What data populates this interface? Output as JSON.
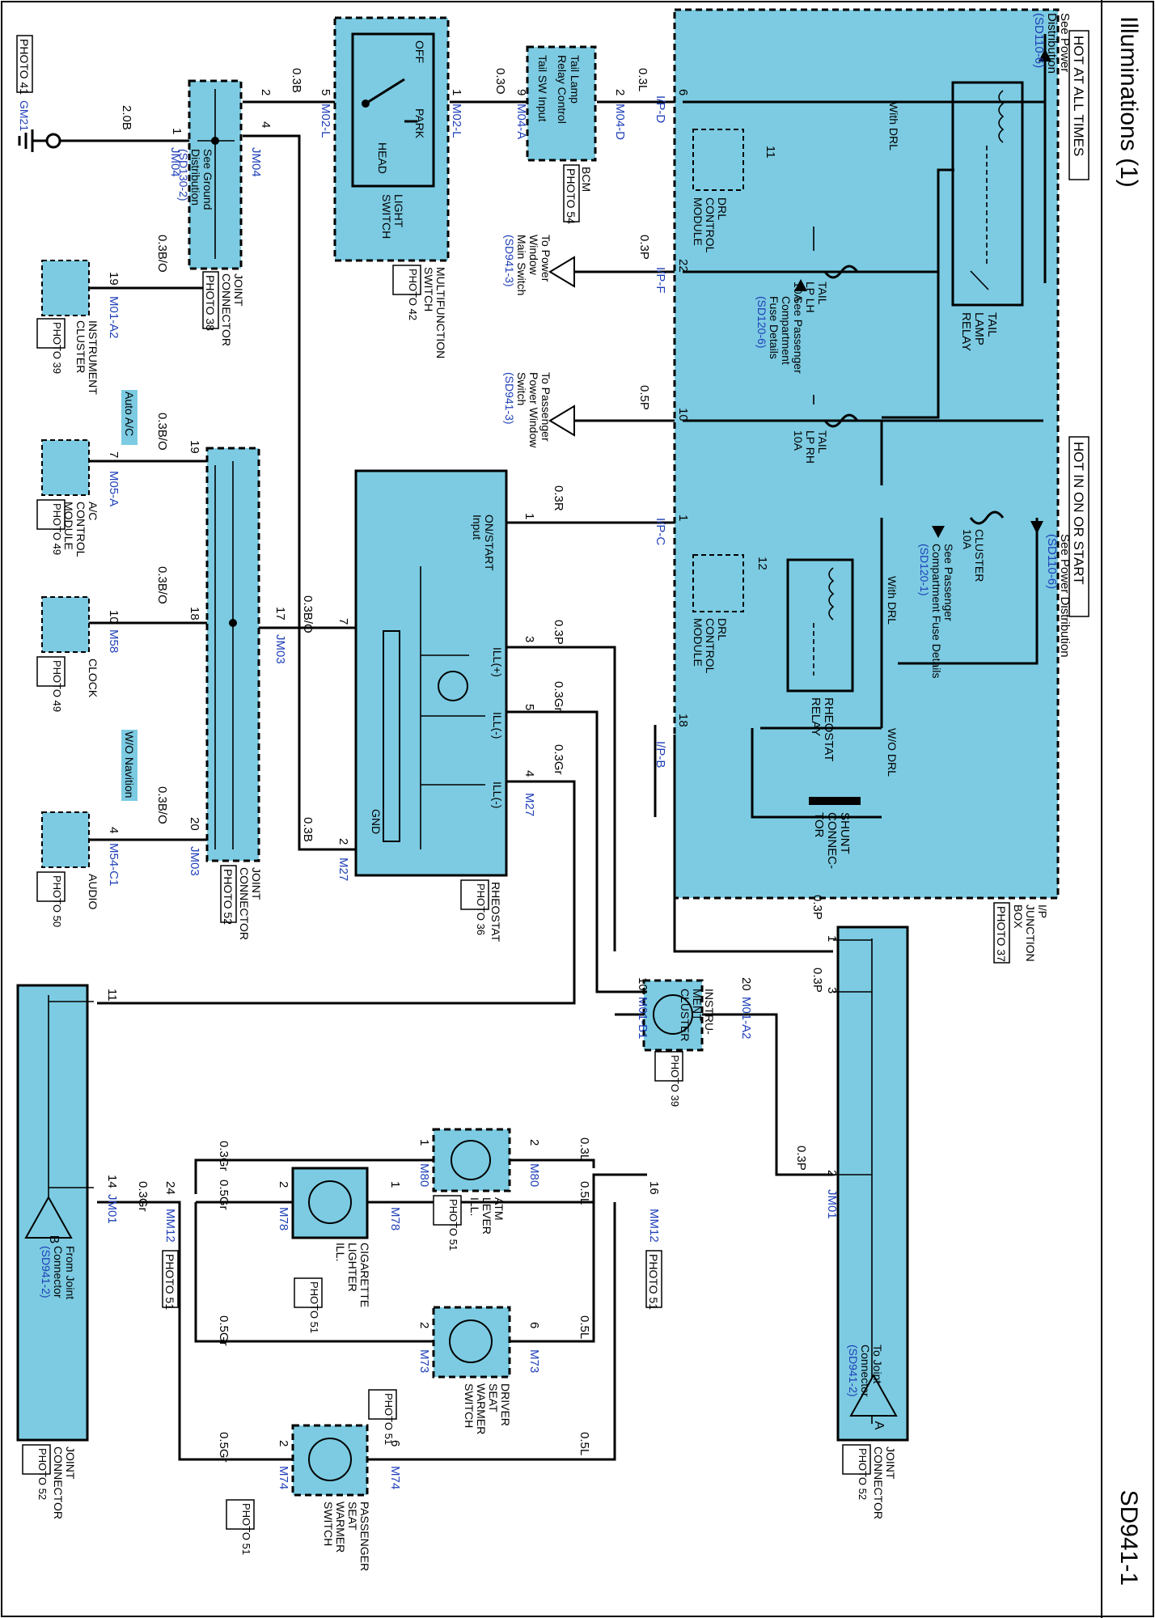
{
  "header": {
    "title": "Illuminations (1)",
    "code": "SD941-1",
    "hot_all": "HOT AT ALL TIMES",
    "hot_on": "HOT IN ON OR START"
  },
  "junction": {
    "name": [
      "I/P",
      "JUNCTION",
      "BOX"
    ],
    "photo": "PHOTO 37",
    "see_power_1": [
      "See Power",
      "Distribution"
    ],
    "see_power_1_ref": "(SD110-6)",
    "see_power_2": "See Power Distribution",
    "see_power_2_ref": "(SD110-6)",
    "with_drl": "With DRL",
    "wo_drl": "W/O DRL",
    "drl_module": [
      "DRL",
      "CONTROL",
      "MODULE"
    ],
    "tail_relay": [
      "TAIL",
      "LAMP",
      "RELAY"
    ],
    "rheo_relay": [
      "RHEOSTAT",
      "RELAY"
    ],
    "shunt": [
      "SHUNT",
      "CONNEC-",
      "TOR"
    ],
    "fuse_lh": [
      "TAIL",
      "LP LH",
      "10A"
    ],
    "fuse_rh": [
      "TAIL",
      "LP RH",
      "10A"
    ],
    "fuse_cluster": [
      "CLUSTER",
      "10A"
    ],
    "see_pass_1": [
      "See Passenger",
      "Compartment",
      "Fuse Details"
    ],
    "see_pass_1_ref": "(SD120-6)",
    "see_pass_2": [
      "See Passenger",
      "Compartment Fuse Details"
    ],
    "see_pass_2_ref": "(SD120-1)",
    "pins": [
      "6",
      "11",
      "22",
      "10",
      "1",
      "12",
      "18"
    ],
    "conns": [
      "I/P-D",
      "I/P-F",
      "I/P-C",
      "I/P-B"
    ]
  },
  "bcm": {
    "label": [
      "Tail Lamp",
      "Relay Control",
      "Tail SW Input"
    ],
    "name": "BCM",
    "photo": "PHOTO 54",
    "pins": [
      "2",
      "9"
    ],
    "conns": [
      "M04-D",
      "M04-A"
    ]
  },
  "switch": {
    "name": [
      "MULTIFUNCTION",
      "SWITCH",
      "LIGHT",
      "SWITCH"
    ],
    "photo": "PHOTO 42",
    "off": "OFF",
    "park": "PARK",
    "head": "HEAD",
    "pins": [
      "1",
      "5"
    ],
    "conns": [
      "M02-L",
      "M02-L"
    ]
  },
  "joint_left": {
    "name": [
      "JOINT",
      "CONNECTOR"
    ],
    "photo": "PHOTO 38",
    "see": [
      "See Ground",
      "Distribution"
    ],
    "see_ref": "(SD130-2)",
    "pins": [
      "2",
      "4",
      "1"
    ],
    "conns": [
      "JM04",
      "JM04"
    ]
  },
  "ground": {
    "photo": "PHOTO 41",
    "conn": "GM21",
    "wire": "2.0B"
  },
  "wires": {
    "w03l": "0.3L",
    "w03o": "0.3O",
    "w03b": "0.3B",
    "w20b": "2.0B",
    "w03p": "0.3P",
    "w05p": "0.5P",
    "w03r": "0.3R",
    "w03gr": "0.3Gr",
    "w03bo": "0.3B/O",
    "w05l": "0.5L",
    "w05gr": "0.5Gr"
  },
  "power_window": {
    "c_label": [
      "To Power",
      "Window",
      "Main Switch"
    ],
    "c_ref": "(SD941-3)",
    "d_label": [
      "To Passenger",
      "Power Window",
      "Switch"
    ],
    "d_ref": "(SD941-3)"
  },
  "rheostat": {
    "name": "RHEOSTAT",
    "photo": "PHOTO 36",
    "input": [
      "ON/START",
      "Input"
    ],
    "ill_p": "ILL(+)",
    "ill_m1": "ILL(-)",
    "ill_m2": "ILL(-)",
    "gnd": "GND",
    "pins": [
      "1",
      "7",
      "3",
      "5",
      "4",
      "2"
    ],
    "conns": [
      "M27",
      "M27"
    ]
  },
  "joint_mid": {
    "name": [
      "JOINT",
      "CONNECTOR"
    ],
    "photo": "PHOTO 52",
    "pins": [
      "19",
      "18",
      "17",
      "20"
    ],
    "conns": [
      "JM03",
      "JM03"
    ]
  },
  "modules": [
    {
      "name": [
        "INSTRUMENT",
        "CLUSTER"
      ],
      "photo": "PHOTO 39",
      "pin": "19",
      "conn": "M01-A2"
    },
    {
      "name": [
        "A/C",
        "CONTROL",
        "MODULE"
      ],
      "photo": "PHOTO 49",
      "pin": "7",
      "conn": "M05-A",
      "tag": "Auto A/C"
    },
    {
      "name": [
        "CLOCK"
      ],
      "photo": "PHOTO 49",
      "pin": "10",
      "conn": "M58"
    },
    {
      "name": [
        "AUDIO"
      ],
      "photo": "PHOTO 50",
      "pin": "4",
      "conn": "M54-C1",
      "tag": "W/O Navition"
    }
  ],
  "cluster2": {
    "name": [
      "INSTRU-",
      "MENT",
      "CLUSTER"
    ],
    "photo": "PHOTO 39",
    "pins": [
      "20",
      "10"
    ],
    "conns": [
      "M01-A2",
      "M01-B1"
    ]
  },
  "atm": {
    "name": [
      "ATM",
      "LEVER",
      "ILL."
    ],
    "photo": "PHOTO 51",
    "pins": [
      "2",
      "1"
    ],
    "conns": [
      "M80",
      "M80"
    ]
  },
  "cigar": {
    "name": [
      "CIGARETTE",
      "LIGHTER",
      "ILL."
    ],
    "photo": "PHOTO 51",
    "pins": [
      "1",
      "2"
    ],
    "conns": [
      "M78",
      "M78"
    ]
  },
  "driver": {
    "name": [
      "DRIVER",
      "SEAT",
      "WARMER",
      "SWITCH"
    ],
    "photo": "PHOTO 51",
    "pins": [
      "6",
      "2"
    ],
    "conns": [
      "M73",
      "M73"
    ]
  },
  "passenger": {
    "name": [
      "PASSENGER",
      "SEAT",
      "WARMER",
      "SWITCH"
    ],
    "photo": "PHOTO 51",
    "pins": [
      "6",
      "2"
    ],
    "conns": [
      "M74",
      "M74"
    ]
  },
  "mm12": {
    "pins": [
      "16",
      "24"
    ],
    "conn": "MM12",
    "photo": "PHOTO 51"
  },
  "joint_a": {
    "name": [
      "JOINT",
      "CONNECTOR"
    ],
    "photo": "PHOTO 52",
    "pins": [
      "1",
      "3",
      "2"
    ],
    "conn": "JM01",
    "to": [
      "To Joint",
      "Connector"
    ],
    "ref": "(SD941-2)",
    "letter": "A"
  },
  "joint_b": {
    "name": [
      "JOINT",
      "CONNECTOR"
    ],
    "photo": "PHOTO 52",
    "pins": [
      "11",
      "14"
    ],
    "conn": "JM01",
    "from": [
      "From Joint",
      "Connector"
    ],
    "ref": "(SD941-2)",
    "letter": "B"
  },
  "colors": {
    "box": "#7ccbe2",
    "ref_text": "#1e3fb8"
  }
}
